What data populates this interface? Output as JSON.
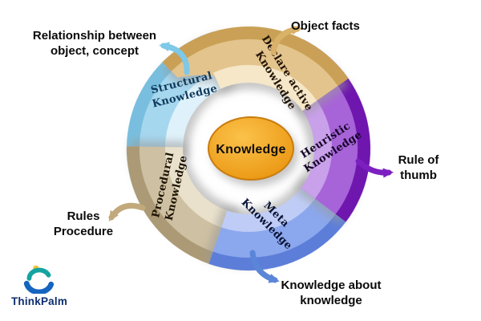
{
  "center": {
    "label": "Knowledge",
    "fill_light": "#fbc24a",
    "fill_dark": "#e8900a",
    "border": "#c97d07"
  },
  "petals": [
    {
      "id": "structural",
      "line1": "Structural",
      "line2": "Knowledge",
      "color": "#a5d7ef",
      "stripe": "#dff2fb",
      "rim": "#79bede",
      "text_color": "#103a5c"
    },
    {
      "id": "declarative",
      "line1": "Declare active",
      "line2": "Knowledge",
      "color": "#e4c48d",
      "stripe": "#f5e7c8",
      "rim": "#c9a055",
      "text_color": "#201303"
    },
    {
      "id": "heuristic",
      "line1": "Heuristic",
      "line2": "Knowledge",
      "color": "#a763d8",
      "stripe": "#c9a0ea",
      "rim": "#6e14ad",
      "text_color": "#140428"
    },
    {
      "id": "meta",
      "line1": "Meta",
      "line2": "Knowledge",
      "color": "#8ba7ed",
      "stripe": "#bfcdf6",
      "rim": "#5c7ed9",
      "text_color": "#081234"
    },
    {
      "id": "procedural",
      "line1": "Procedural",
      "line2": "Knowledge",
      "color": "#cec0a2",
      "stripe": "#e9e1cb",
      "rim": "#ab9a74",
      "text_color": "#1d1404"
    }
  ],
  "annotations": [
    {
      "id": "structural",
      "text": "Relationship between object, concept",
      "arrow_color": "#7ec8e8"
    },
    {
      "id": "declarative",
      "text": "Object facts",
      "arrow_color": "#d9b168"
    },
    {
      "id": "heuristic",
      "text": "Rule of thumb",
      "arrow_color": "#7c1fc0"
    },
    {
      "id": "meta",
      "text": "Knowledge about knowledge",
      "arrow_color": "#5b86d8"
    },
    {
      "id": "procedural",
      "text": "Rules Procedure",
      "arrow_color": "#c2a97c"
    }
  ],
  "logo": {
    "text": "ThinkPalm",
    "text_color": "#0e2e6e",
    "blue": "#1565c0",
    "teal": "#14a3a0",
    "yellow": "#f2c230"
  }
}
